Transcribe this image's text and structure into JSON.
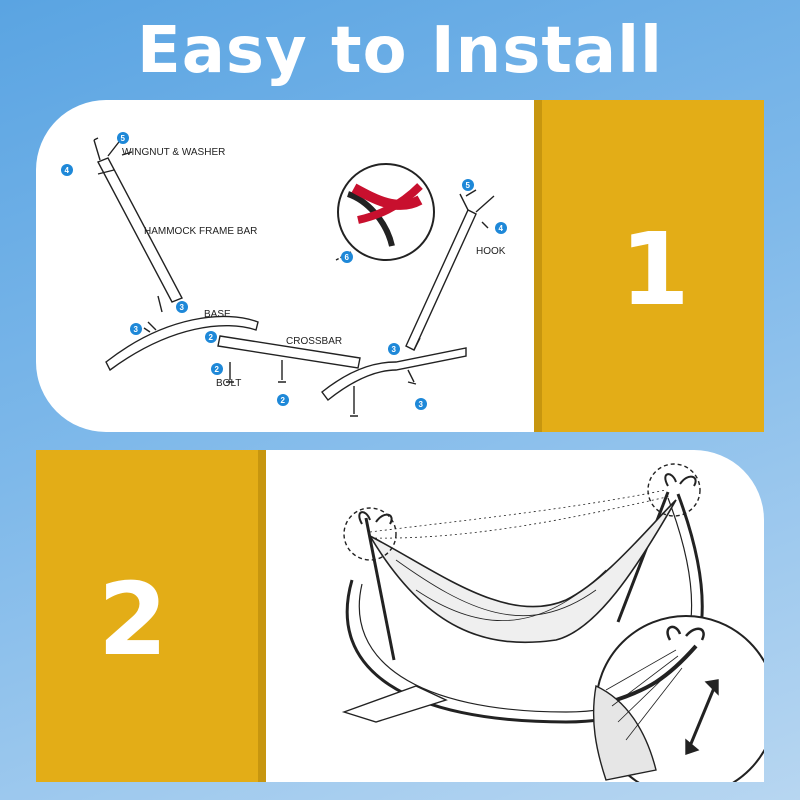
{
  "title": "Easy to Install",
  "step1": {
    "number": "1",
    "labels": {
      "wingnut": "WINGNUT & WASHER",
      "frame_bar": "HAMMOCK FRAME BAR",
      "base": "BASE",
      "crossbar": "CROSSBAR",
      "bolt": "BOLT",
      "hook": "HOOK"
    },
    "badges": [
      "5",
      "4",
      "3",
      "3",
      "2",
      "2",
      "2",
      "3",
      "5",
      "4",
      "6",
      "3"
    ]
  },
  "step2": {
    "number": "2"
  },
  "colors": {
    "accent": "#e3ad17",
    "badge": "#1e88d8",
    "background": "#6aaee6"
  }
}
